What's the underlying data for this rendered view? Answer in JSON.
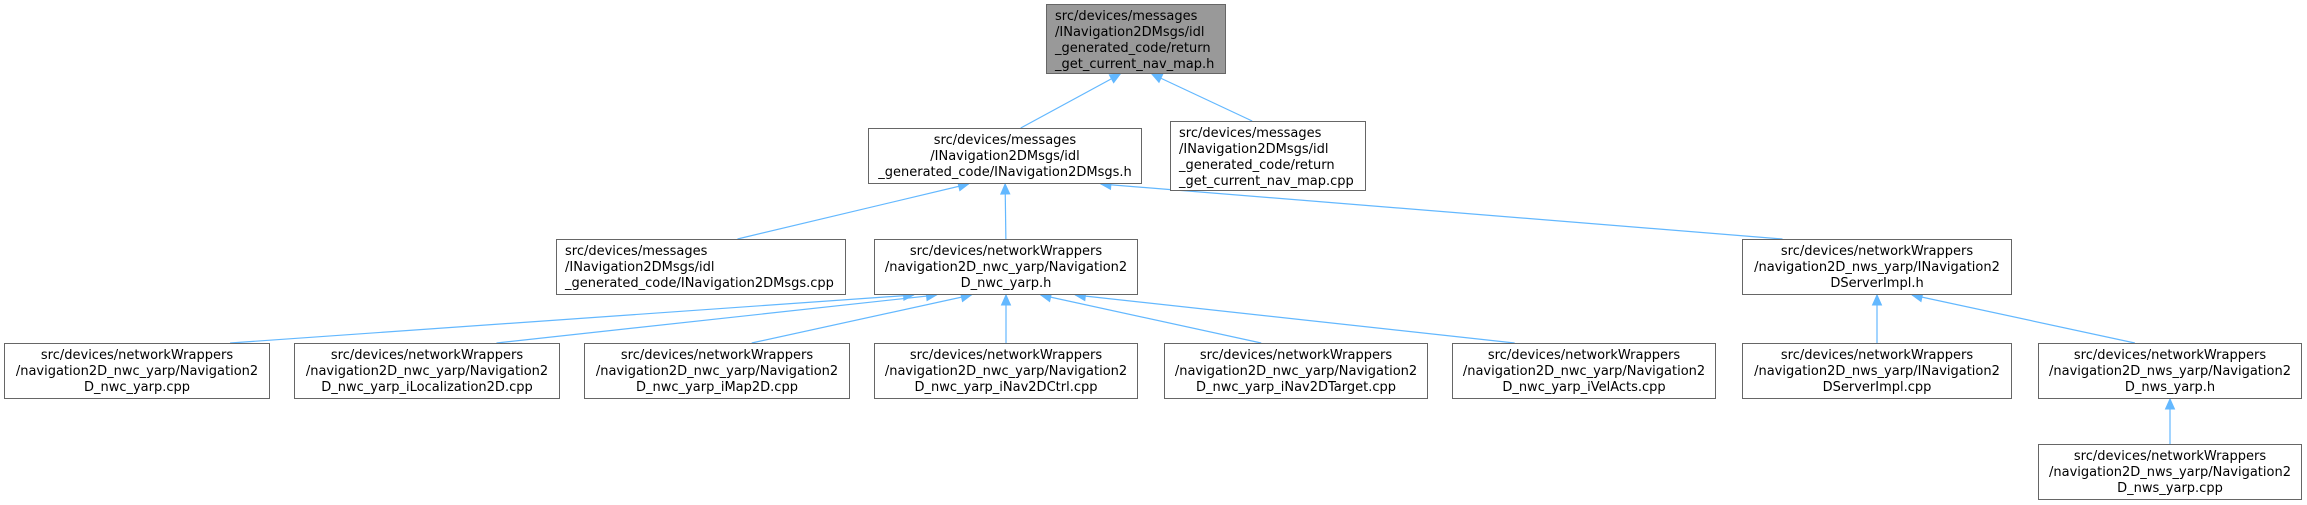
{
  "graph": {
    "edge_color": "#63b8ff",
    "root_fill": "#999999",
    "node_border": "#666666",
    "nodes": [
      {
        "id": "n1",
        "label": "src/devices/messages\n/INavigation2DMsgs/idl\n_generated_code/return\n_get_current_nav_map.h"
      },
      {
        "id": "n2",
        "label": "src/devices/messages\n/INavigation2DMsgs/idl\n_generated_code/INavigation2DMsgs.h"
      },
      {
        "id": "n3",
        "label": "src/devices/messages\n/INavigation2DMsgs/idl\n_generated_code/return\n_get_current_nav_map.cpp"
      },
      {
        "id": "n4",
        "label": "src/devices/messages\n/INavigation2DMsgs/idl\n_generated_code/INavigation2DMsgs.cpp"
      },
      {
        "id": "n5",
        "label": "src/devices/networkWrappers\n/navigation2D_nwc_yarp/Navigation2\nD_nwc_yarp.h"
      },
      {
        "id": "n6",
        "label": "src/devices/networkWrappers\n/navigation2D_nws_yarp/INavigation2\nDServerImpl.h"
      },
      {
        "id": "n7",
        "label": "src/devices/networkWrappers\n/navigation2D_nwc_yarp/Navigation2\nD_nwc_yarp.cpp"
      },
      {
        "id": "n8",
        "label": "src/devices/networkWrappers\n/navigation2D_nwc_yarp/Navigation2\nD_nwc_yarp_iLocalization2D.cpp"
      },
      {
        "id": "n9",
        "label": "src/devices/networkWrappers\n/navigation2D_nwc_yarp/Navigation2\nD_nwc_yarp_iMap2D.cpp"
      },
      {
        "id": "n10",
        "label": "src/devices/networkWrappers\n/navigation2D_nwc_yarp/Navigation2\nD_nwc_yarp_iNav2DCtrl.cpp"
      },
      {
        "id": "n11",
        "label": "src/devices/networkWrappers\n/navigation2D_nwc_yarp/Navigation2\nD_nwc_yarp_iNav2DTarget.cpp"
      },
      {
        "id": "n12",
        "label": "src/devices/networkWrappers\n/navigation2D_nwc_yarp/Navigation2\nD_nwc_yarp_iVelActs.cpp"
      },
      {
        "id": "n13",
        "label": "src/devices/networkWrappers\n/navigation2D_nws_yarp/INavigation2\nDServerImpl.cpp"
      },
      {
        "id": "n14",
        "label": "src/devices/networkWrappers\n/navigation2D_nws_yarp/Navigation2\nD_nws_yarp.h"
      },
      {
        "id": "n15",
        "label": "src/devices/networkWrappers\n/navigation2D_nws_yarp/Navigation2\nD_nws_yarp.cpp"
      }
    ],
    "edges": [
      {
        "from": "n2",
        "to": "n1"
      },
      {
        "from": "n3",
        "to": "n1"
      },
      {
        "from": "n4",
        "to": "n2"
      },
      {
        "from": "n5",
        "to": "n2"
      },
      {
        "from": "n6",
        "to": "n2"
      },
      {
        "from": "n7",
        "to": "n5"
      },
      {
        "from": "n8",
        "to": "n5"
      },
      {
        "from": "n9",
        "to": "n5"
      },
      {
        "from": "n10",
        "to": "n5"
      },
      {
        "from": "n11",
        "to": "n5"
      },
      {
        "from": "n12",
        "to": "n5"
      },
      {
        "from": "n13",
        "to": "n6"
      },
      {
        "from": "n14",
        "to": "n6"
      },
      {
        "from": "n15",
        "to": "n14"
      }
    ]
  }
}
